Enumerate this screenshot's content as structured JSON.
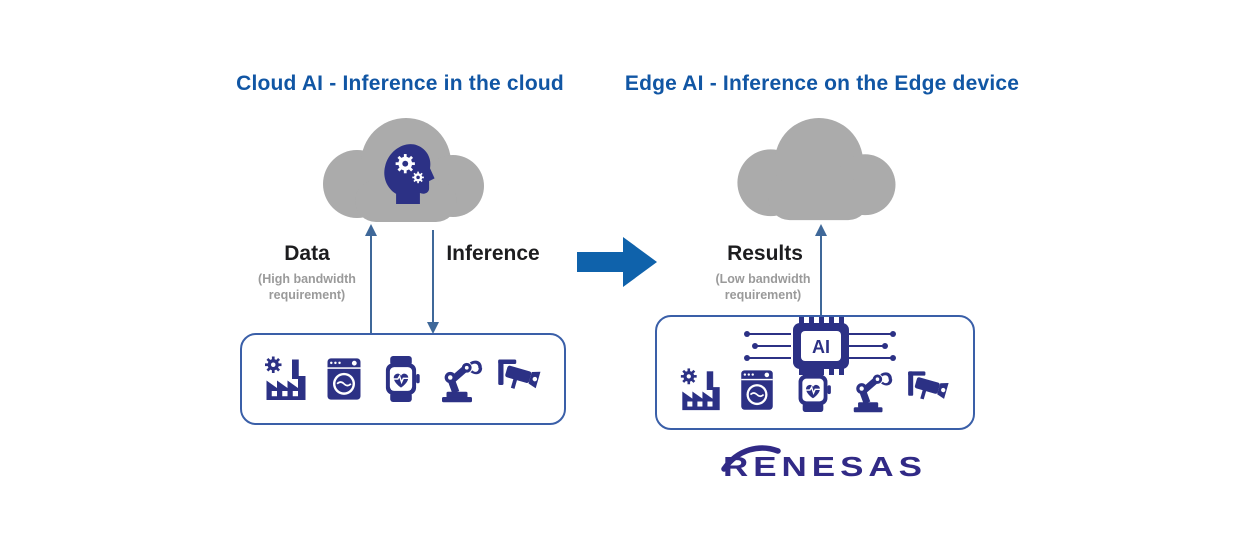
{
  "left_panel": {
    "title": "Cloud AI - Inference in the cloud",
    "data_label": "Data",
    "data_note": "(High bandwidth requirement)",
    "inference_label": "Inference",
    "devices": [
      "factory",
      "washing-machine",
      "smartwatch",
      "robot-arm",
      "security-camera"
    ]
  },
  "right_panel": {
    "title": "Edge AI - Inference on the Edge device",
    "results_label": "Results",
    "results_note": "(Low bandwidth requirement)",
    "chip_label": "AI",
    "devices": [
      "ai-chip",
      "factory",
      "washing-machine",
      "smartwatch",
      "robot-arm",
      "security-camera"
    ]
  },
  "logo_text": "RENESAS",
  "colors": {
    "title_blue": "#1156a4",
    "flow_arrow_blue": "#0f62ab",
    "icon_navy": "#2c3185",
    "box_border_blue": "#3a5fa8",
    "cloud_gray": "#ababab",
    "note_gray": "#9a9a9a",
    "logo_indigo": "#312a86",
    "label_black": "#1d1d1f",
    "thin_arrow_blue": "#3f6899"
  }
}
